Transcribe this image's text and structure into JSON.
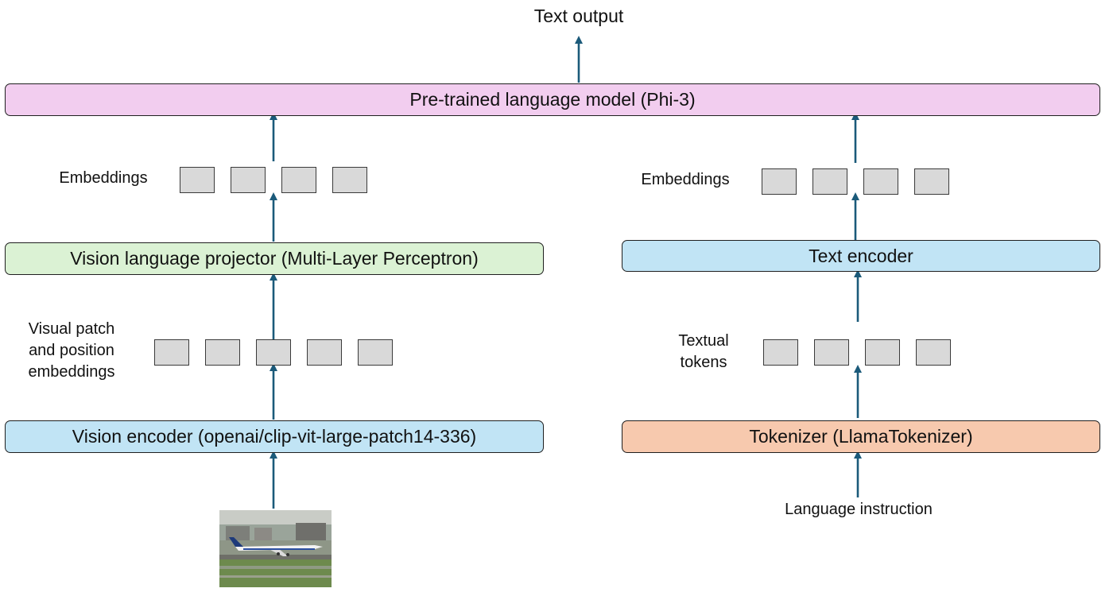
{
  "output_label": "Text output",
  "llm_label": "Pre-trained language model (Phi-3)",
  "left": {
    "embeddings_label": "Embeddings",
    "projector_label": "Vision language projector (Multi-Layer Perceptron)",
    "patch_label_lines": [
      "Visual patch",
      "and position",
      "embeddings"
    ],
    "encoder_label": "Vision encoder (openai/clip-vit-large-patch14-336)",
    "input_image": "airplane-photo"
  },
  "right": {
    "embeddings_label": "Embeddings",
    "encoder_label": "Text encoder",
    "tokens_label_lines": [
      "Textual",
      "tokens"
    ],
    "tokenizer_label": "Tokenizer (LlamaTokenizer)",
    "input_label": "Language instruction"
  },
  "colors": {
    "llm": "#f2cdef",
    "projector": "#dbf2d4",
    "vision_encoder": "#c1e4f5",
    "text_encoder": "#c1e4f5",
    "tokenizer": "#f7c9ae",
    "token": "#d9d9d9",
    "arrow": "#1b5a7a"
  }
}
